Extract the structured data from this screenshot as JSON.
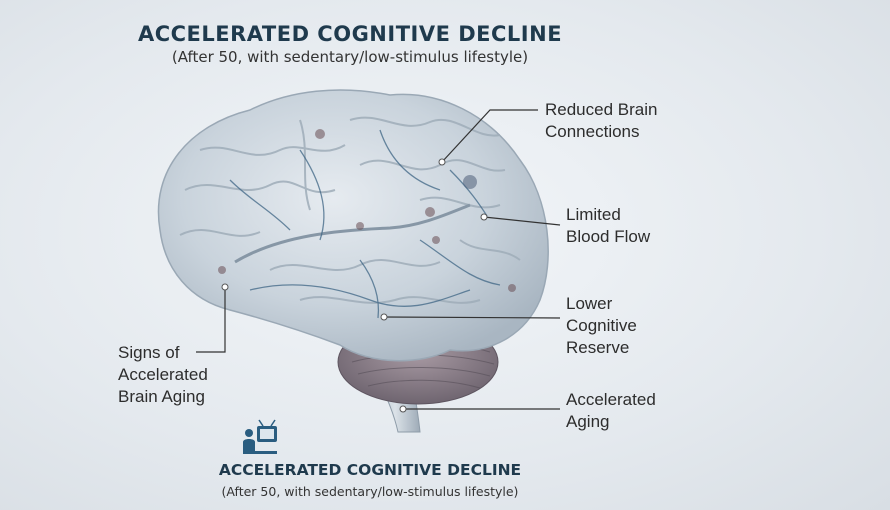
{
  "header": {
    "title": "ACCELERATED COGNITIVE DECLINE",
    "subtitle": "(After 50, with sedentary/low-stimulus lifestyle)"
  },
  "footer": {
    "title": "ACCELERATED COGNITIVE DECLINE",
    "subtitle": "(After 50, with sedentary/low-stimulus lifestyle)",
    "icon": "person-watching-tv-icon"
  },
  "labels": {
    "reduced_connections": [
      "Reduced Brain",
      "Connections"
    ],
    "limited_blood_flow": [
      "Limited",
      "Blood Flow"
    ],
    "lower_reserve": [
      "Lower",
      "Cognitive",
      "Reserve"
    ],
    "accelerated_aging": [
      "Accelerated",
      "Aging"
    ],
    "signs_aging": [
      "Signs of",
      "Accelerated",
      "Brain Aging"
    ]
  },
  "colors": {
    "title": "#1f3a4d",
    "icon": "#2a5d80",
    "brain_fill": "#c9d3dc",
    "vessel": "#3f6685"
  }
}
